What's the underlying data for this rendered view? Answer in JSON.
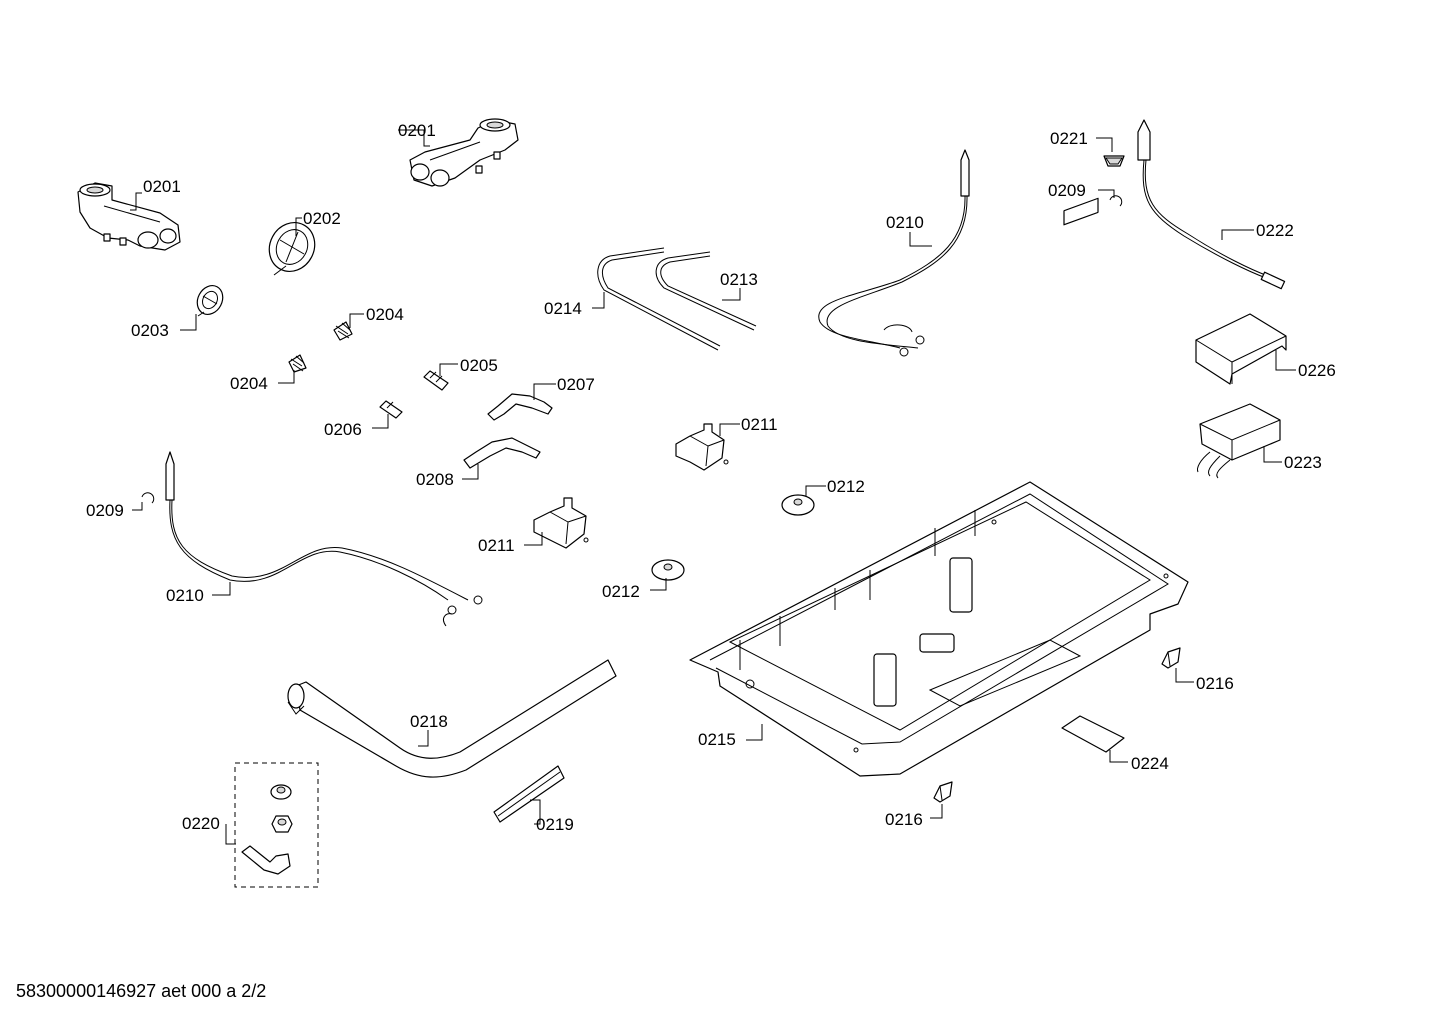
{
  "labels": {
    "l0201a": "0201",
    "l0201b": "0201",
    "l0202": "0202",
    "l0203": "0203",
    "l0204a": "0204",
    "l0204b": "0204",
    "l0205": "0205",
    "l0206": "0206",
    "l0207": "0207",
    "l0208": "0208",
    "l0209a": "0209",
    "l0209b": "0209",
    "l0210a": "0210",
    "l0210b": "0210",
    "l0211a": "0211",
    "l0211b": "0211",
    "l0212a": "0212",
    "l0212b": "0212",
    "l0213": "0213",
    "l0214": "0214",
    "l0215": "0215",
    "l0216a": "0216",
    "l0216b": "0216",
    "l0218": "0218",
    "l0219": "0219",
    "l0220": "0220",
    "l0221": "0221",
    "l0222": "0222",
    "l0223": "0223",
    "l0224": "0224",
    "l0226": "0226"
  },
  "footer": {
    "document_code": "58300000146927 aet 000 a 2/2"
  }
}
